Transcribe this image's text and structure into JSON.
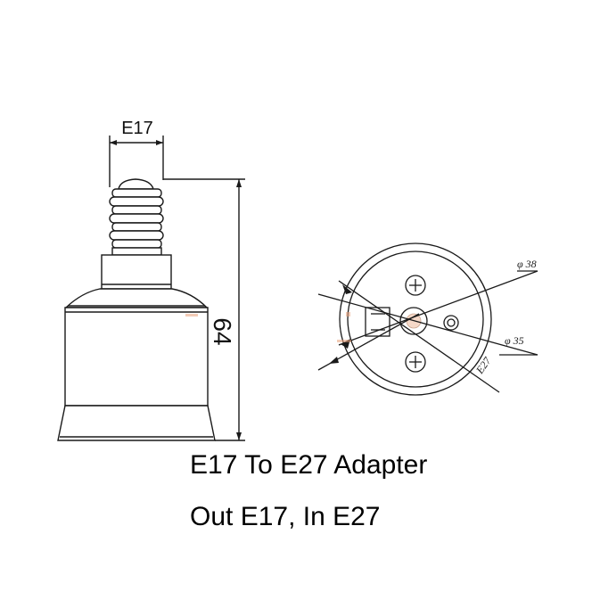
{
  "diagram": {
    "side_view": {
      "top_width_label": "E17",
      "height_label": "64"
    },
    "top_view": {
      "outer_diameter_label": "φ 38",
      "inner_diameter_label": "φ 35",
      "socket_label": "E27"
    },
    "line_color": "#1a1a1a",
    "body_color": "#ffffff"
  },
  "caption": {
    "line1": "E17 To E27 Adapter",
    "line2": "Out E17, In E27"
  }
}
